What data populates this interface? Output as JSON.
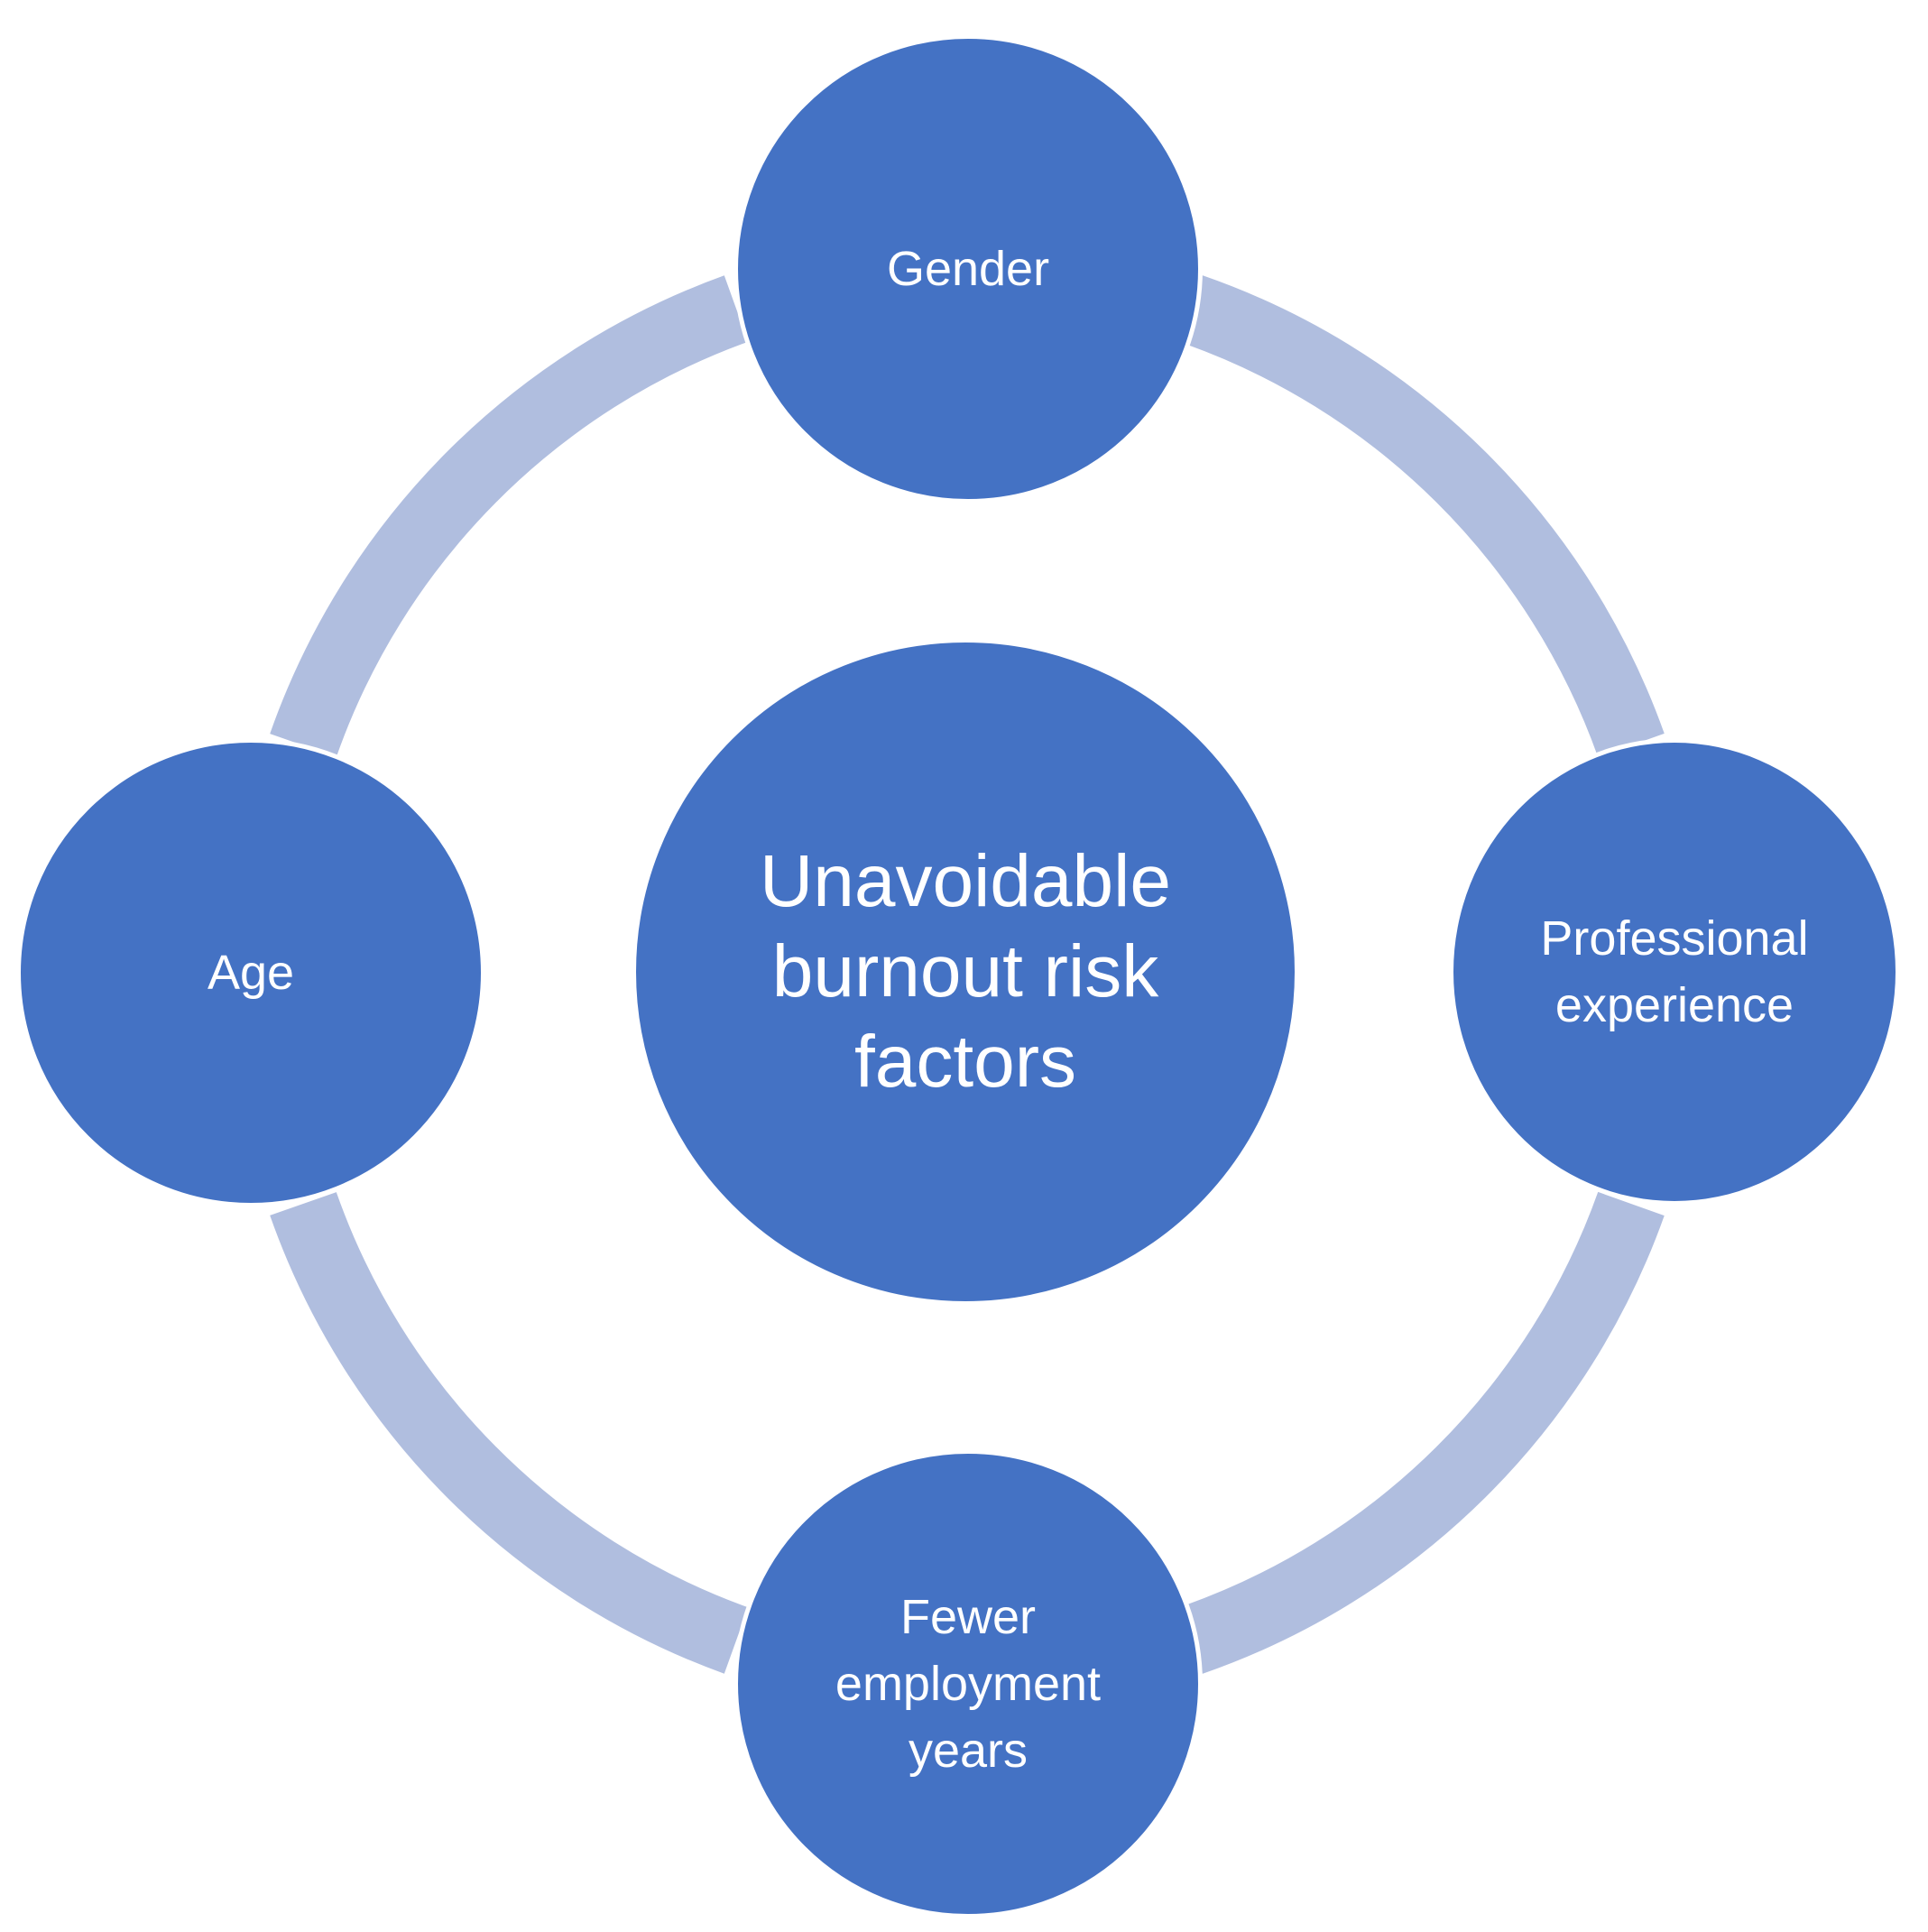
{
  "diagram": {
    "center": {
      "label": "Unavoidable\nburnout risk\nfactors"
    },
    "nodes": {
      "top": {
        "label": "Gender"
      },
      "right": {
        "label": "Professional\nexperience"
      },
      "bottom": {
        "label": "Fewer\nemployment\nyears"
      },
      "left": {
        "label": "Age"
      }
    },
    "colors": {
      "node_fill": "#4472c4",
      "ring": "#b0bedf",
      "text": "#ffffff",
      "background": "#ffffff"
    }
  }
}
